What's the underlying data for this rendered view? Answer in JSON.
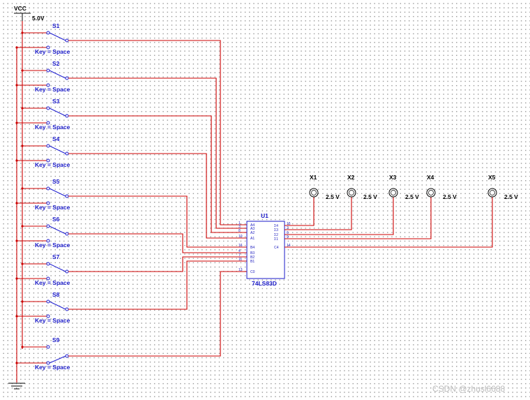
{
  "power": {
    "name": "VCC",
    "voltage": "5.0V"
  },
  "switches": [
    {
      "name": "S1",
      "key": "Key = Space"
    },
    {
      "name": "S2",
      "key": "Key = Space"
    },
    {
      "name": "S3",
      "key": "Key = Space"
    },
    {
      "name": "S4",
      "key": "Key = Space"
    },
    {
      "name": "S5",
      "key": "Key = Space"
    },
    {
      "name": "S6",
      "key": "Key = Space"
    },
    {
      "name": "S7",
      "key": "Key = Space"
    },
    {
      "name": "S8",
      "key": "Key = Space"
    },
    {
      "name": "S9",
      "key": "Key = Space"
    }
  ],
  "chip": {
    "ref": "U1",
    "part": "74LS83D",
    "left_pins": [
      {
        "num": "1",
        "name": "A4"
      },
      {
        "num": "3",
        "name": "A3"
      },
      {
        "num": "8",
        "name": "A2"
      },
      {
        "num": "10",
        "name": "A1"
      },
      {
        "num": "16",
        "name": "B4"
      },
      {
        "num": "4",
        "name": "B3"
      },
      {
        "num": "7",
        "name": "B2"
      },
      {
        "num": "11",
        "name": "B1"
      },
      {
        "num": "13",
        "name": "C0"
      }
    ],
    "right_pins": [
      {
        "num": "15",
        "name": "Σ4"
      },
      {
        "num": "2",
        "name": "Σ3"
      },
      {
        "num": "6",
        "name": "Σ2"
      },
      {
        "num": "9",
        "name": "Σ1"
      },
      {
        "num": "14",
        "name": "C4"
      }
    ]
  },
  "probes": [
    {
      "name": "X1",
      "voltage": "2.5 V"
    },
    {
      "name": "X2",
      "voltage": "2.5 V"
    },
    {
      "name": "X3",
      "voltage": "2.5 V"
    },
    {
      "name": "X4",
      "voltage": "2.5 V"
    },
    {
      "name": "X5",
      "voltage": "2.5 V"
    }
  ],
  "watermark": "CSDN @zhusl6688",
  "colors": {
    "wire": "#cc0000",
    "component": "#1a1ac8",
    "pin_text": "#2020c0",
    "background": "#ffffff",
    "grid_dot": "#9a9a9a"
  }
}
